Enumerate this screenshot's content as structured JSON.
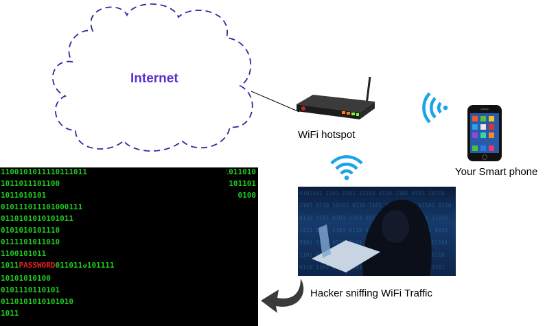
{
  "labels": {
    "internet": "Internet",
    "wifi_hotspot": "WiFi hotspot",
    "smart_phone": "Your Smart phone",
    "hacker": "Hacker sniffing WiFi Traffic"
  },
  "binary": {
    "lines": [
      "1100101011110111011",
      "1011011101100",
      "1011010101",
      "010111011101000111",
      "0110101010101011",
      "0101010101110",
      "0111101011010",
      "1100101011",
      "1011",
      "10101010100",
      "0101110110101",
      "0110101010101010"
    ],
    "right_lines": [
      "1011010",
      "101101",
      "0100",
      "",
      "",
      "",
      "",
      "",
      "",
      "",
      "",
      ""
    ],
    "password_prefix": "1011",
    "password_word": "PASSWORD",
    "password_suffix": "0110110101111"
  },
  "colors": {
    "internet_text": "#5a2fd1",
    "cloud_stroke": "#2b2a9e",
    "wifi_icon": "#1aa3e8",
    "binary_text": "#1ecb1e",
    "password_text": "#e52222"
  },
  "icons": [
    "cloud-icon",
    "router-icon",
    "wifi-icon",
    "smartphone-icon",
    "hacker-image",
    "curved-arrow-icon"
  ]
}
